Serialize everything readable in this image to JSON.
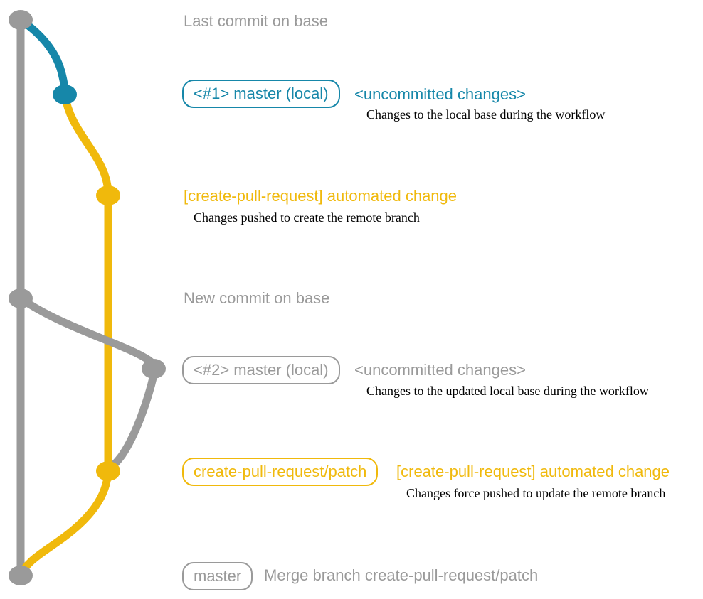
{
  "colors": {
    "teal": "#1687A9",
    "yellow": "#F0B90C",
    "gray": "#9A9A9A",
    "text": "#000000"
  },
  "graph": {
    "commits": [
      {
        "name": "last-commit-on-base",
        "color": "gray"
      },
      {
        "name": "local-master-commit-1",
        "color": "teal"
      },
      {
        "name": "create-pull-request-commit-1",
        "color": "yellow"
      },
      {
        "name": "new-commit-on-base",
        "color": "gray"
      },
      {
        "name": "local-master-commit-2",
        "color": "gray"
      },
      {
        "name": "create-pull-request-commit-2",
        "color": "yellow"
      },
      {
        "name": "merge-commit",
        "color": "gray"
      }
    ]
  },
  "annotations": {
    "last_commit": {
      "label": "Last commit on base"
    },
    "row1": {
      "badge": "<#1> master (local)",
      "title": "<uncommitted changes>",
      "desc": "Changes to the local base during the workflow"
    },
    "row2": {
      "title": "[create-pull-request] automated change",
      "desc": "Changes pushed to create the remote branch"
    },
    "new_commit": {
      "label": "New commit on base"
    },
    "row3": {
      "badge": "<#2> master (local)",
      "title": "<uncommitted changes>",
      "desc": "Changes to the updated local base during the workflow"
    },
    "row4": {
      "badge": "create-pull-request/patch",
      "title": "[create-pull-request] automated change",
      "desc": "Changes force pushed to update the remote branch"
    },
    "row5": {
      "badge": "master",
      "label": "Merge branch create-pull-request/patch"
    }
  }
}
